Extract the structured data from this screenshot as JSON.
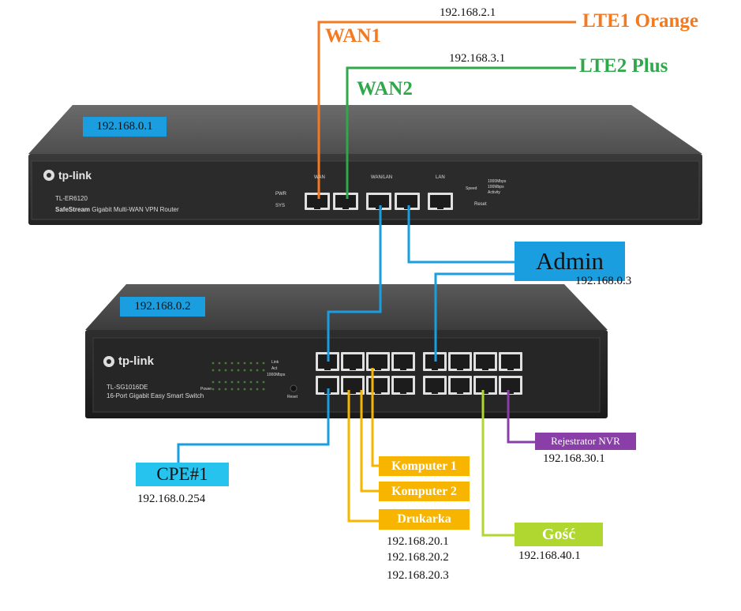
{
  "router": {
    "ip": "192.168.0.1",
    "brand": "tp-link",
    "model": "TL-ER6120",
    "desc_bold": "SafeStream",
    "desc_rest": " Gigabit Multi-WAN VPN Router",
    "group_wan": "WAN",
    "group_wanlan": "WAN/LAN",
    "group_lan": "LAN",
    "led_pwr": "PWR",
    "led_sys": "SYS",
    "legend_1000": "1000Mbps",
    "legend_100": "100Mbps",
    "legend_act": "Activity",
    "speed": "Speed",
    "reset": "Reset"
  },
  "switch": {
    "ip": "192.168.0.2",
    "brand": "tp-link",
    "model": "TL-SG1016DE",
    "desc": "16-Port Gigabit Easy Smart Switch",
    "power": "Power",
    "reset": "Reset",
    "link": "Link",
    "act": "Act",
    "mbps": "1000Mbps"
  },
  "wan_links": {
    "wan1_label": "WAN1",
    "wan1_ip": "192.168.2.1",
    "wan1_dest": "LTE1 Orange",
    "wan2_label": "WAN2",
    "wan2_ip": "192.168.3.1",
    "wan2_dest": "LTE2 Plus"
  },
  "nodes": {
    "admin": {
      "label": "Admin",
      "ip": "192.168.0.3"
    },
    "cpe": {
      "label": "CPE#1",
      "ip": "192.168.0.254"
    },
    "komputer1": {
      "label": "Komputer 1"
    },
    "komputer2": {
      "label": "Komputer 2"
    },
    "drukarka": {
      "label": "Drukarka"
    },
    "user_ips": [
      "192.168.20.1",
      "192.168.20.2",
      "192.168.20.3"
    ],
    "nvr": {
      "label": "Rejestrator NVR",
      "ip": "192.168.30.1"
    },
    "guest": {
      "label": "Gość",
      "ip": "192.168.40.1"
    }
  },
  "colors": {
    "wan1": "#f47a20",
    "wan2": "#2ea84a",
    "lan": "#1a9ee0",
    "user": "#f7b500",
    "nvr": "#8a3fa8",
    "guest": "#b0d630",
    "ip_box": "#1a9ee0",
    "admin_box": "#1a9ee0",
    "cpe_box": "#27c3ef"
  }
}
